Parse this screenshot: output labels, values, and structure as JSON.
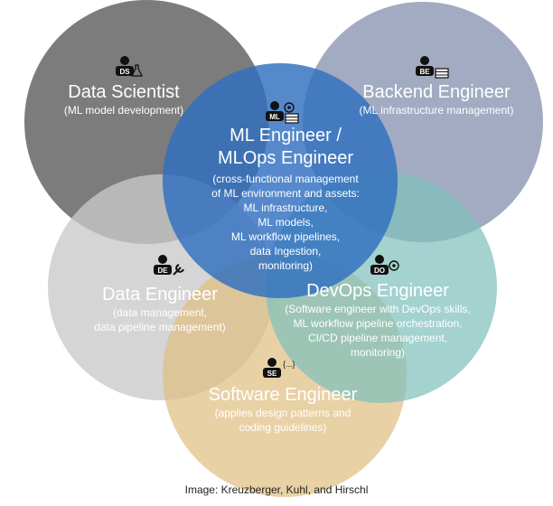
{
  "roles": {
    "data_scientist": {
      "title": "Data Scientist",
      "desc": [
        "(ML model development)"
      ],
      "badge": "DS",
      "icon": "data-scientist-person-icon",
      "color": "#5f5f5f"
    },
    "backend_engineer": {
      "title": "Backend Engineer",
      "desc": [
        "(ML infrastructure management)"
      ],
      "badge": "BE",
      "icon": "backend-engineer-person-icon",
      "color": "#8e98b3"
    },
    "ml_engineer": {
      "title_lines": [
        "ML Engineer /",
        "MLOps Engineer"
      ],
      "desc": [
        "(cross-functional management",
        "of ML environment and assets:",
        "ML infrastructure,",
        "ML models,",
        "ML workflow pipelines,",
        "data Ingestion,",
        "monitoring)"
      ],
      "badge": "ML",
      "icon": "ml-engineer-person-icon",
      "color": "#3d78c4"
    },
    "data_engineer": {
      "title": "Data Engineer",
      "desc": [
        "(data management,",
        "data pipeline management)"
      ],
      "badge": "DE",
      "icon": "data-engineer-person-icon",
      "color": "#cfcfcf"
    },
    "devops_engineer": {
      "title": "DevOps Engineer",
      "desc": [
        "(Software engineer with DevOps skills,",
        "ML workflow pipeline orchestration,",
        "CI/CD pipeline management,",
        "monitoring)"
      ],
      "badge": "DO",
      "icon": "devops-engineer-person-icon",
      "color": "#8dc8c4"
    },
    "software_engineer": {
      "title": "Software Engineer",
      "desc": [
        "(applies design patterns and",
        "coding guidelines)"
      ],
      "badge": "SE",
      "badge_extra": "{...}",
      "icon": "software-engineer-person-icon",
      "color": "#e3c48c"
    }
  },
  "caption": "Image: Kreuzberger, Kuhl, and Hirschl"
}
